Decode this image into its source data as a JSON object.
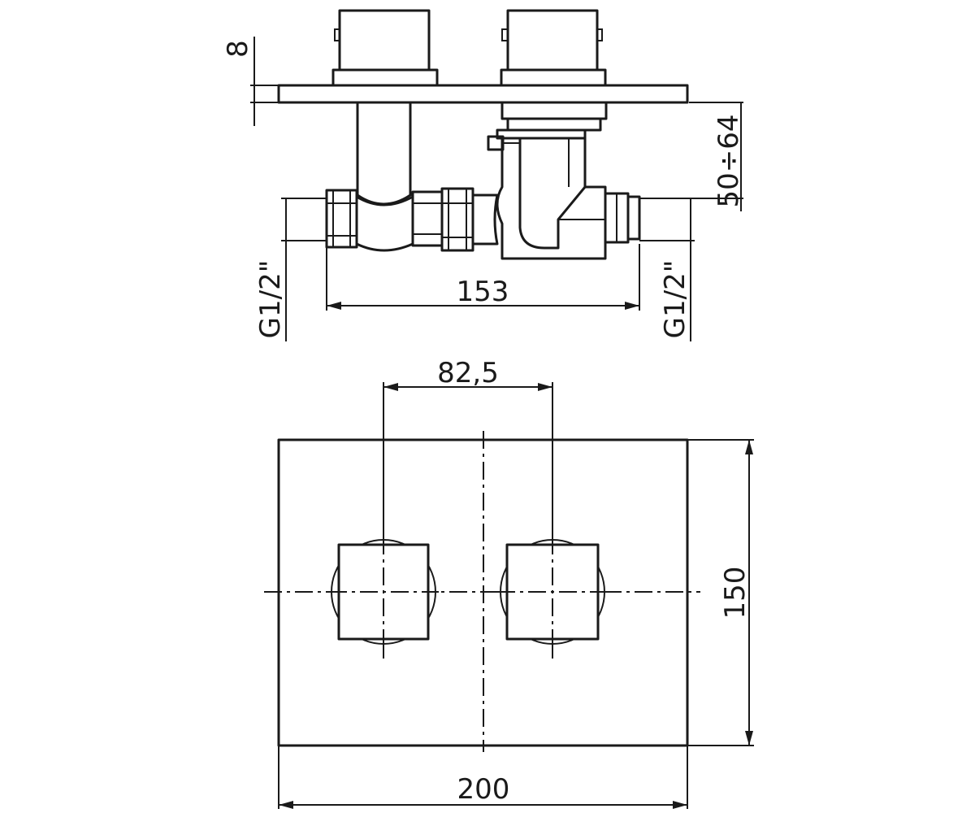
{
  "dimensions": {
    "plate_thickness": "8",
    "installation_depth": "50÷64",
    "inlet_left": "G1/2\"",
    "inlet_right": "G1/2\"",
    "inlet_spacing": "153",
    "handle_spacing": "82,5",
    "plate_height": "150",
    "plate_width": "200"
  }
}
